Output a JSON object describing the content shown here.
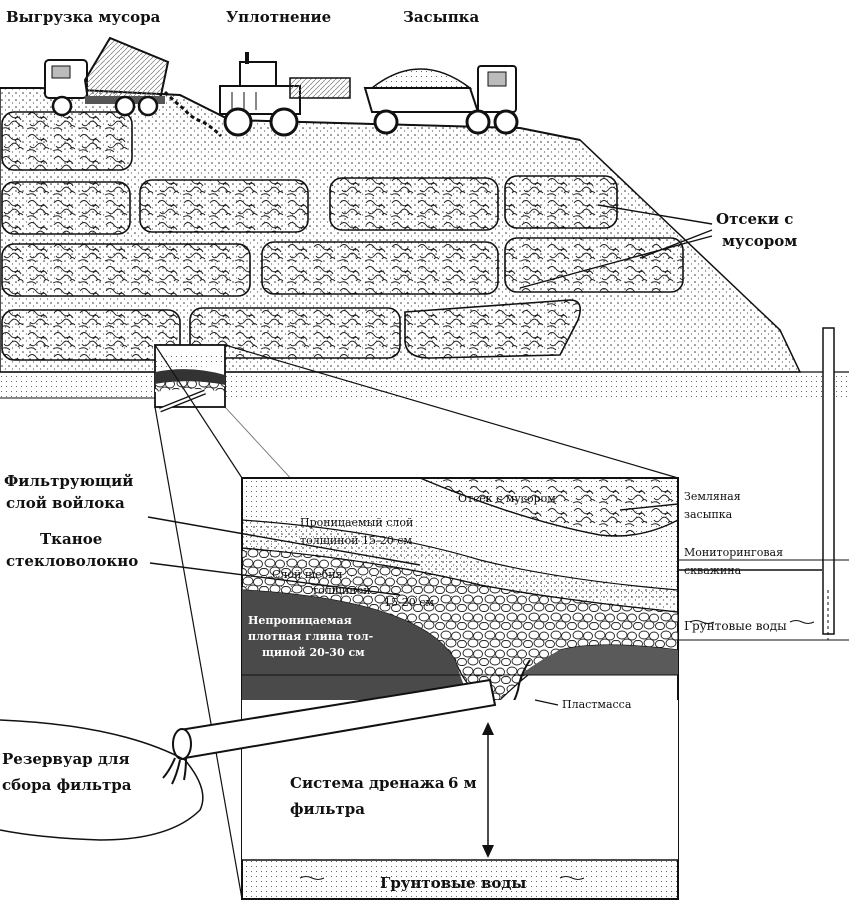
{
  "labels": {
    "dumping": "Выгрузка мусора",
    "compaction": "Уплотнение",
    "covering": "Засыпка",
    "cells_line1": "Отсеки с",
    "cells_line2": "мусором",
    "felt_line1": "Фильтрующий",
    "felt_line2": "слой войлока",
    "fiberglass_line1": "Тканое",
    "fiberglass_line2": "стекловолокно",
    "cell_inner": "Отсек с мусором",
    "permeable_line1": "Проницаемый слой",
    "permeable_line2": "толщиной 15-20 см",
    "gravel_line1": "Слой щебня",
    "gravel_line2": "толщиной",
    "gravel_line3": "15-20 см",
    "clay_line1": "Непроницаемая",
    "clay_line2": "плотная глина тол-",
    "clay_line3": "щиной 20-30 см",
    "soil_line1": "Земляная",
    "soil_line2": "засыпка",
    "well_line1": "Мониторинговая",
    "well_line2": "скважина",
    "groundwater_right": "Грунтовые воды",
    "plastic": "Пластмасса",
    "reservoir_line1": "Резервуар для",
    "reservoir_line2": "сбора фильтра",
    "drain_line1": "Система дренажа",
    "drain_line2": "фильтра",
    "depth": "6 м",
    "groundwater_bottom": "Грунтовые воды"
  },
  "colors": {
    "ink": "#111111",
    "clay": "#4a4a4a",
    "soil": "#e6e6e6",
    "paper": "#ffffff"
  }
}
